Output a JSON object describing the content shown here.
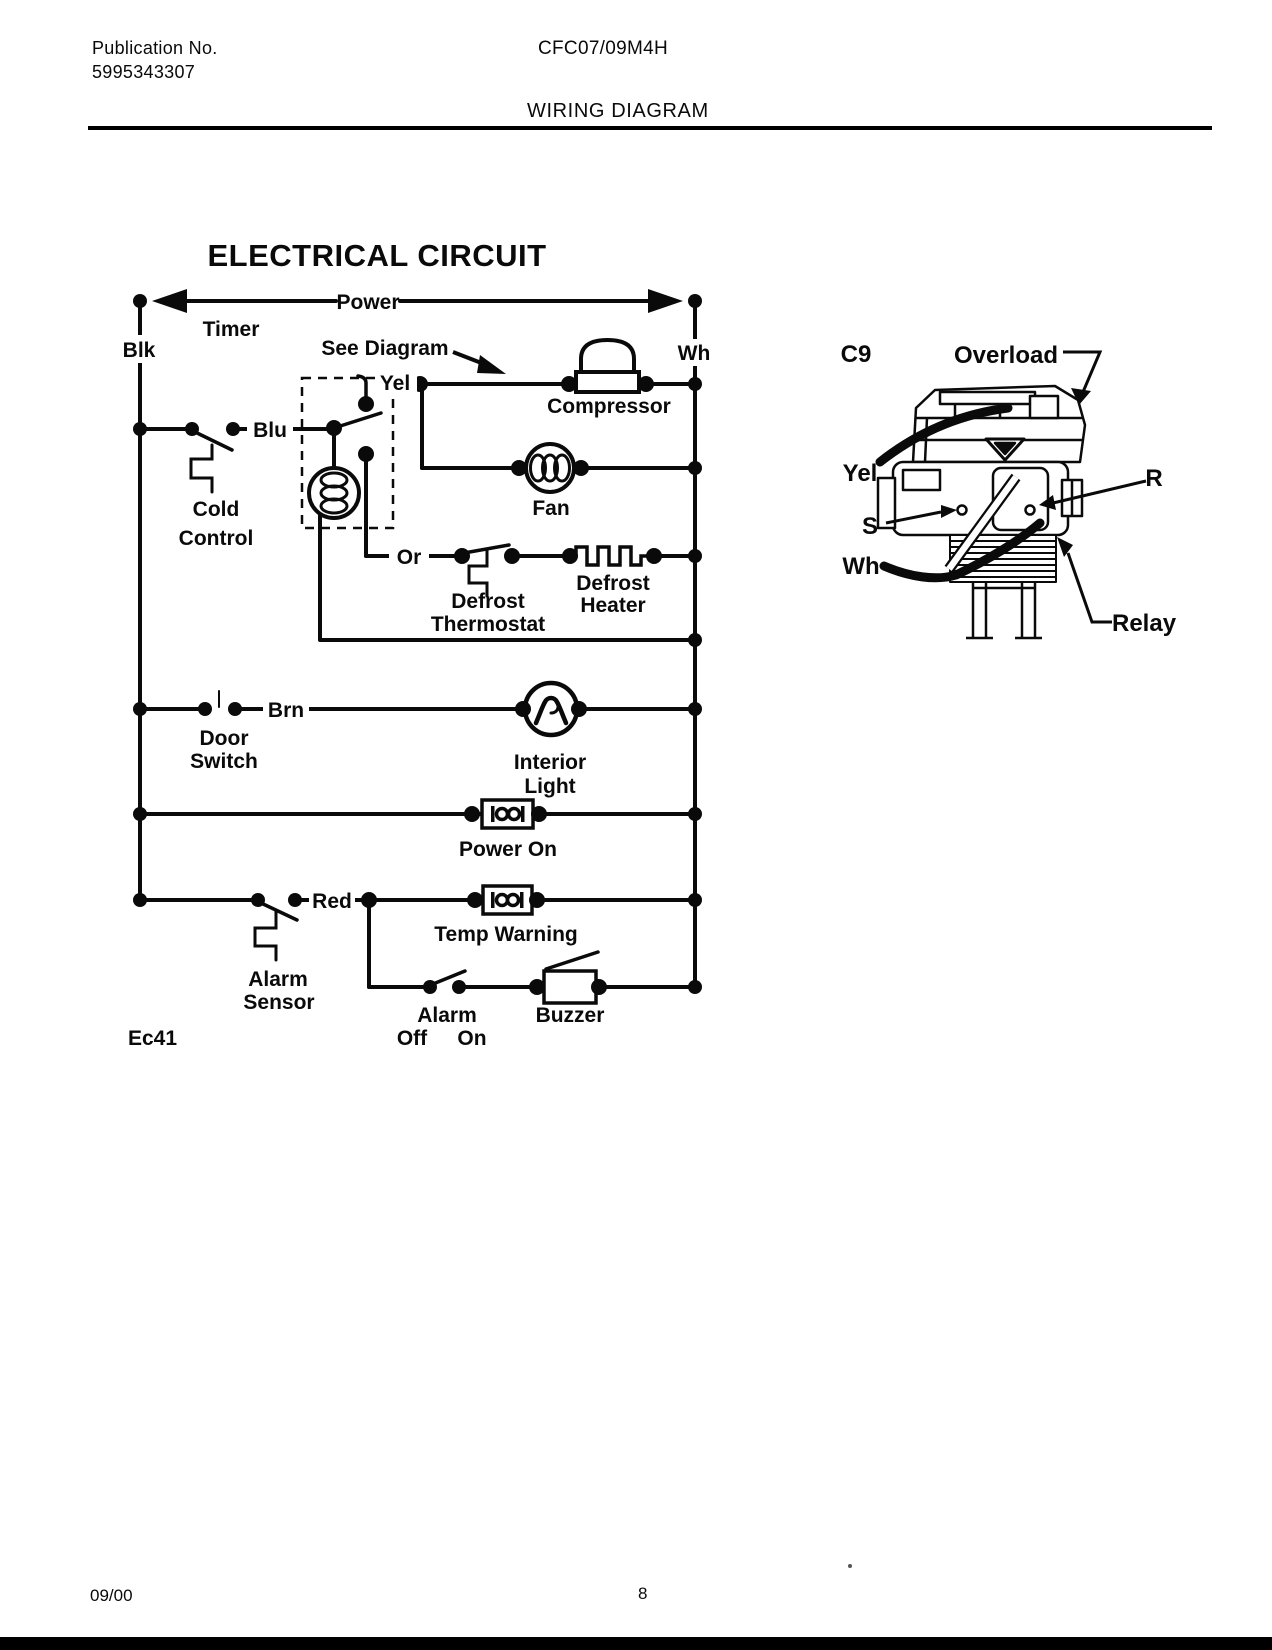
{
  "header": {
    "publication_label": "Publication No.",
    "publication_number": "5995343307",
    "model": "CFC07/09M4H",
    "page_heading": "WIRING DIAGRAM"
  },
  "circuit": {
    "title": "ELECTRICAL CIRCUIT",
    "power": "Power",
    "timer": "Timer",
    "blk": "Blk",
    "wh": "Wh",
    "see_diagram": "See Diagram",
    "yel": "Yel",
    "compressor": "Compressor",
    "blu": "Blu",
    "cold_control_line1": "Cold",
    "cold_control_line2": "Control",
    "fan": "Fan",
    "or": "Or",
    "defrost_thermostat_line1": "Defrost",
    "defrost_thermostat_line2": "Thermostat",
    "defrost_heater_line1": "Defrost",
    "defrost_heater_line2": "Heater",
    "brn": "Brn",
    "door_switch_line1": "Door",
    "door_switch_line2": "Switch",
    "interior_light_line1": "Interior",
    "interior_light_line2": "Light",
    "power_on": "Power On",
    "red": "Red",
    "temp_warning": "Temp Warning",
    "alarm_sensor_line1": "Alarm",
    "alarm_sensor_line2": "Sensor",
    "alarm_switch": "Alarm",
    "alarm_off": "Off",
    "alarm_on": "On",
    "buzzer": "Buzzer",
    "diagram_code": "Ec41"
  },
  "relay_view": {
    "c9": "C9",
    "overload": "Overload",
    "yel": "Yel",
    "s": "S",
    "wh": "Wh",
    "r": "R",
    "relay": "Relay"
  },
  "footer": {
    "date": "09/00",
    "page_number": "8"
  },
  "colors": {
    "ink": "#0a0a0a",
    "paper": "#ffffff"
  }
}
